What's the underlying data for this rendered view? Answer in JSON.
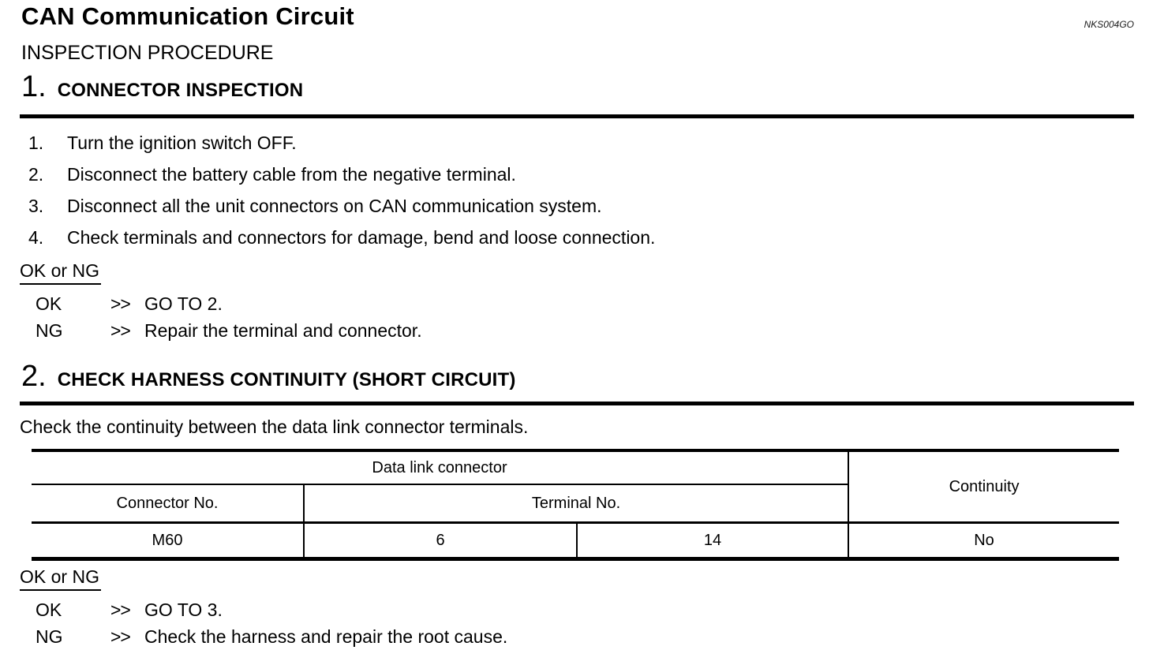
{
  "page": {
    "title": "CAN Communication Circuit",
    "doc_code": "NKS004GO",
    "subtitle": "INSPECTION PROCEDURE"
  },
  "steps": [
    {
      "number": "1.",
      "heading": "CONNECTOR INSPECTION",
      "instructions": [
        {
          "num": "1.",
          "text": "Turn the ignition switch OFF."
        },
        {
          "num": "2.",
          "text": "Disconnect the battery cable from the negative terminal."
        },
        {
          "num": "3.",
          "text": "Disconnect all the unit connectors on CAN communication system."
        },
        {
          "num": "4.",
          "text": "Check terminals and connectors for damage, bend and loose connection."
        }
      ],
      "ok_or_ng_label": "OK or NG",
      "results": [
        {
          "label": "OK",
          "arrow": ">>",
          "action": "GO TO 2."
        },
        {
          "label": "NG",
          "arrow": ">>",
          "action": "Repair the terminal and connector."
        }
      ]
    },
    {
      "number": "2.",
      "heading": "CHECK HARNESS CONTINUITY (SHORT CIRCUIT)",
      "intro": "Check the continuity between the data link connector terminals.",
      "ok_or_ng_label": "OK or NG",
      "results": [
        {
          "label": "OK",
          "arrow": ">>",
          "action": "GO TO 3."
        },
        {
          "label": "NG",
          "arrow": ">>",
          "action": "Check the harness and repair the root cause."
        }
      ]
    }
  ],
  "chart_data": {
    "type": "table",
    "title": "Continuity check table",
    "group_header": "Data link connector",
    "columns": [
      "Connector No.",
      "Terminal No.",
      "Terminal No.",
      "Continuity"
    ],
    "sub_headers": {
      "connector": "Connector No.",
      "terminal": "Terminal No.",
      "continuity": "Continuity"
    },
    "rows": [
      {
        "connector_no": "M60",
        "terminal_a": "6",
        "terminal_b": "14",
        "continuity": "No"
      }
    ]
  }
}
